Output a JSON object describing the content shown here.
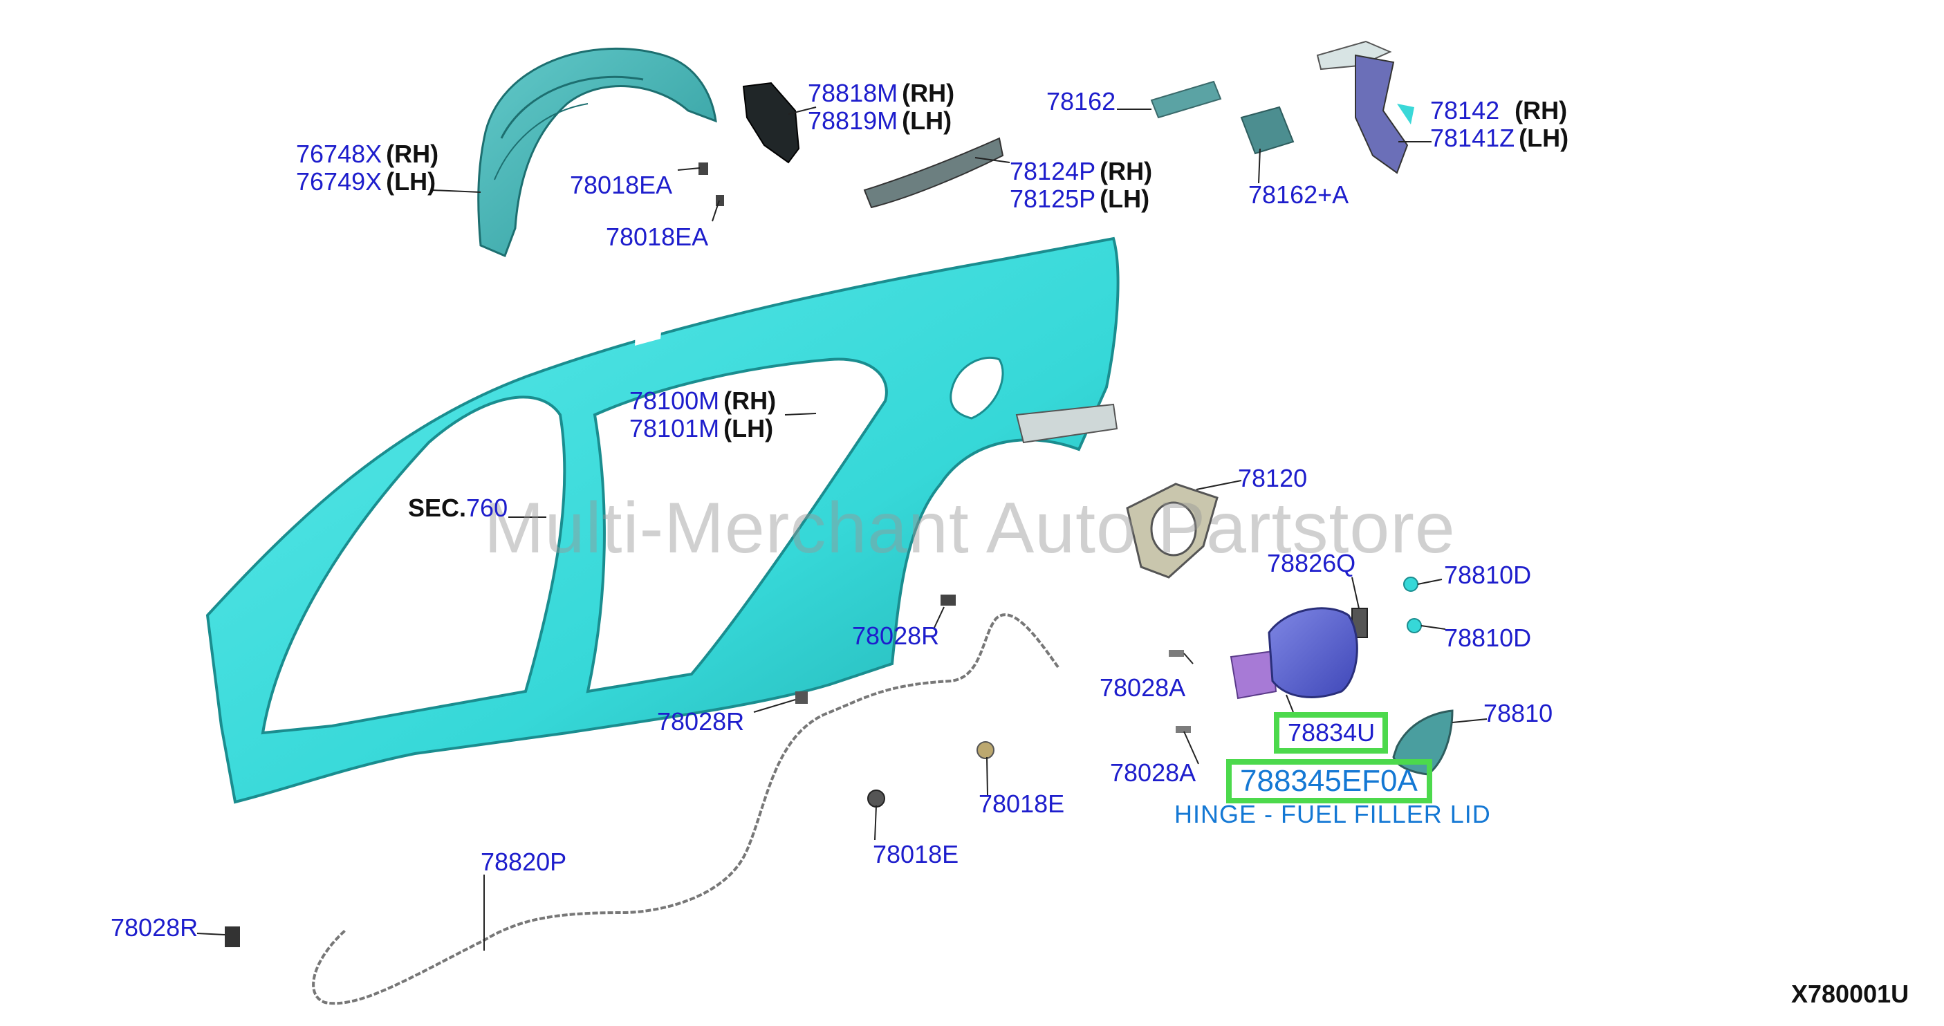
{
  "colors": {
    "part_label": "#1d1dcc",
    "side_label": "#111111",
    "highlight": "#4cd94c",
    "hinge_text": "#1478d4",
    "body_panel": "#36d8d8",
    "wheel_liner": "#3ab5b5"
  },
  "watermark": "Multi-Merchant Auto Partstore",
  "diagram_id": "X780001U",
  "side_labels": {
    "rh": "(RH)",
    "lh": "(LH)"
  },
  "section_ref": {
    "prefix": "SEC.",
    "number": "760"
  },
  "parts": {
    "p76748X": "76748X",
    "p76749X": "76749X",
    "p78018EA_1": "78018EA",
    "p78018EA_2": "78018EA",
    "p78818M": "78818M",
    "p78819M": "78819M",
    "p78124P": "78124P",
    "p78125P": "78125P",
    "p78162": "78162",
    "p78162A": "78162+A",
    "p78142": "78142",
    "p78141Z": "78141Z",
    "p78100M": "78100M",
    "p78101M": "78101M",
    "p78120": "78120",
    "p78826Q": "78826Q",
    "p78810D_1": "78810D",
    "p78810D_2": "78810D",
    "p78028R_1": "78028R",
    "p78028R_2": "78028R",
    "p78028R_3": "78028R",
    "p78028A_1": "78028A",
    "p78028A_2": "78028A",
    "p78834U": "78834U",
    "p78810": "78810",
    "p78018E_1": "78018E",
    "p78018E_2": "78018E",
    "p78820P": "78820P"
  },
  "highlighted": {
    "hinge_code": "788345EF0A",
    "hinge_desc": "HINGE - FUEL FILLER LID"
  }
}
